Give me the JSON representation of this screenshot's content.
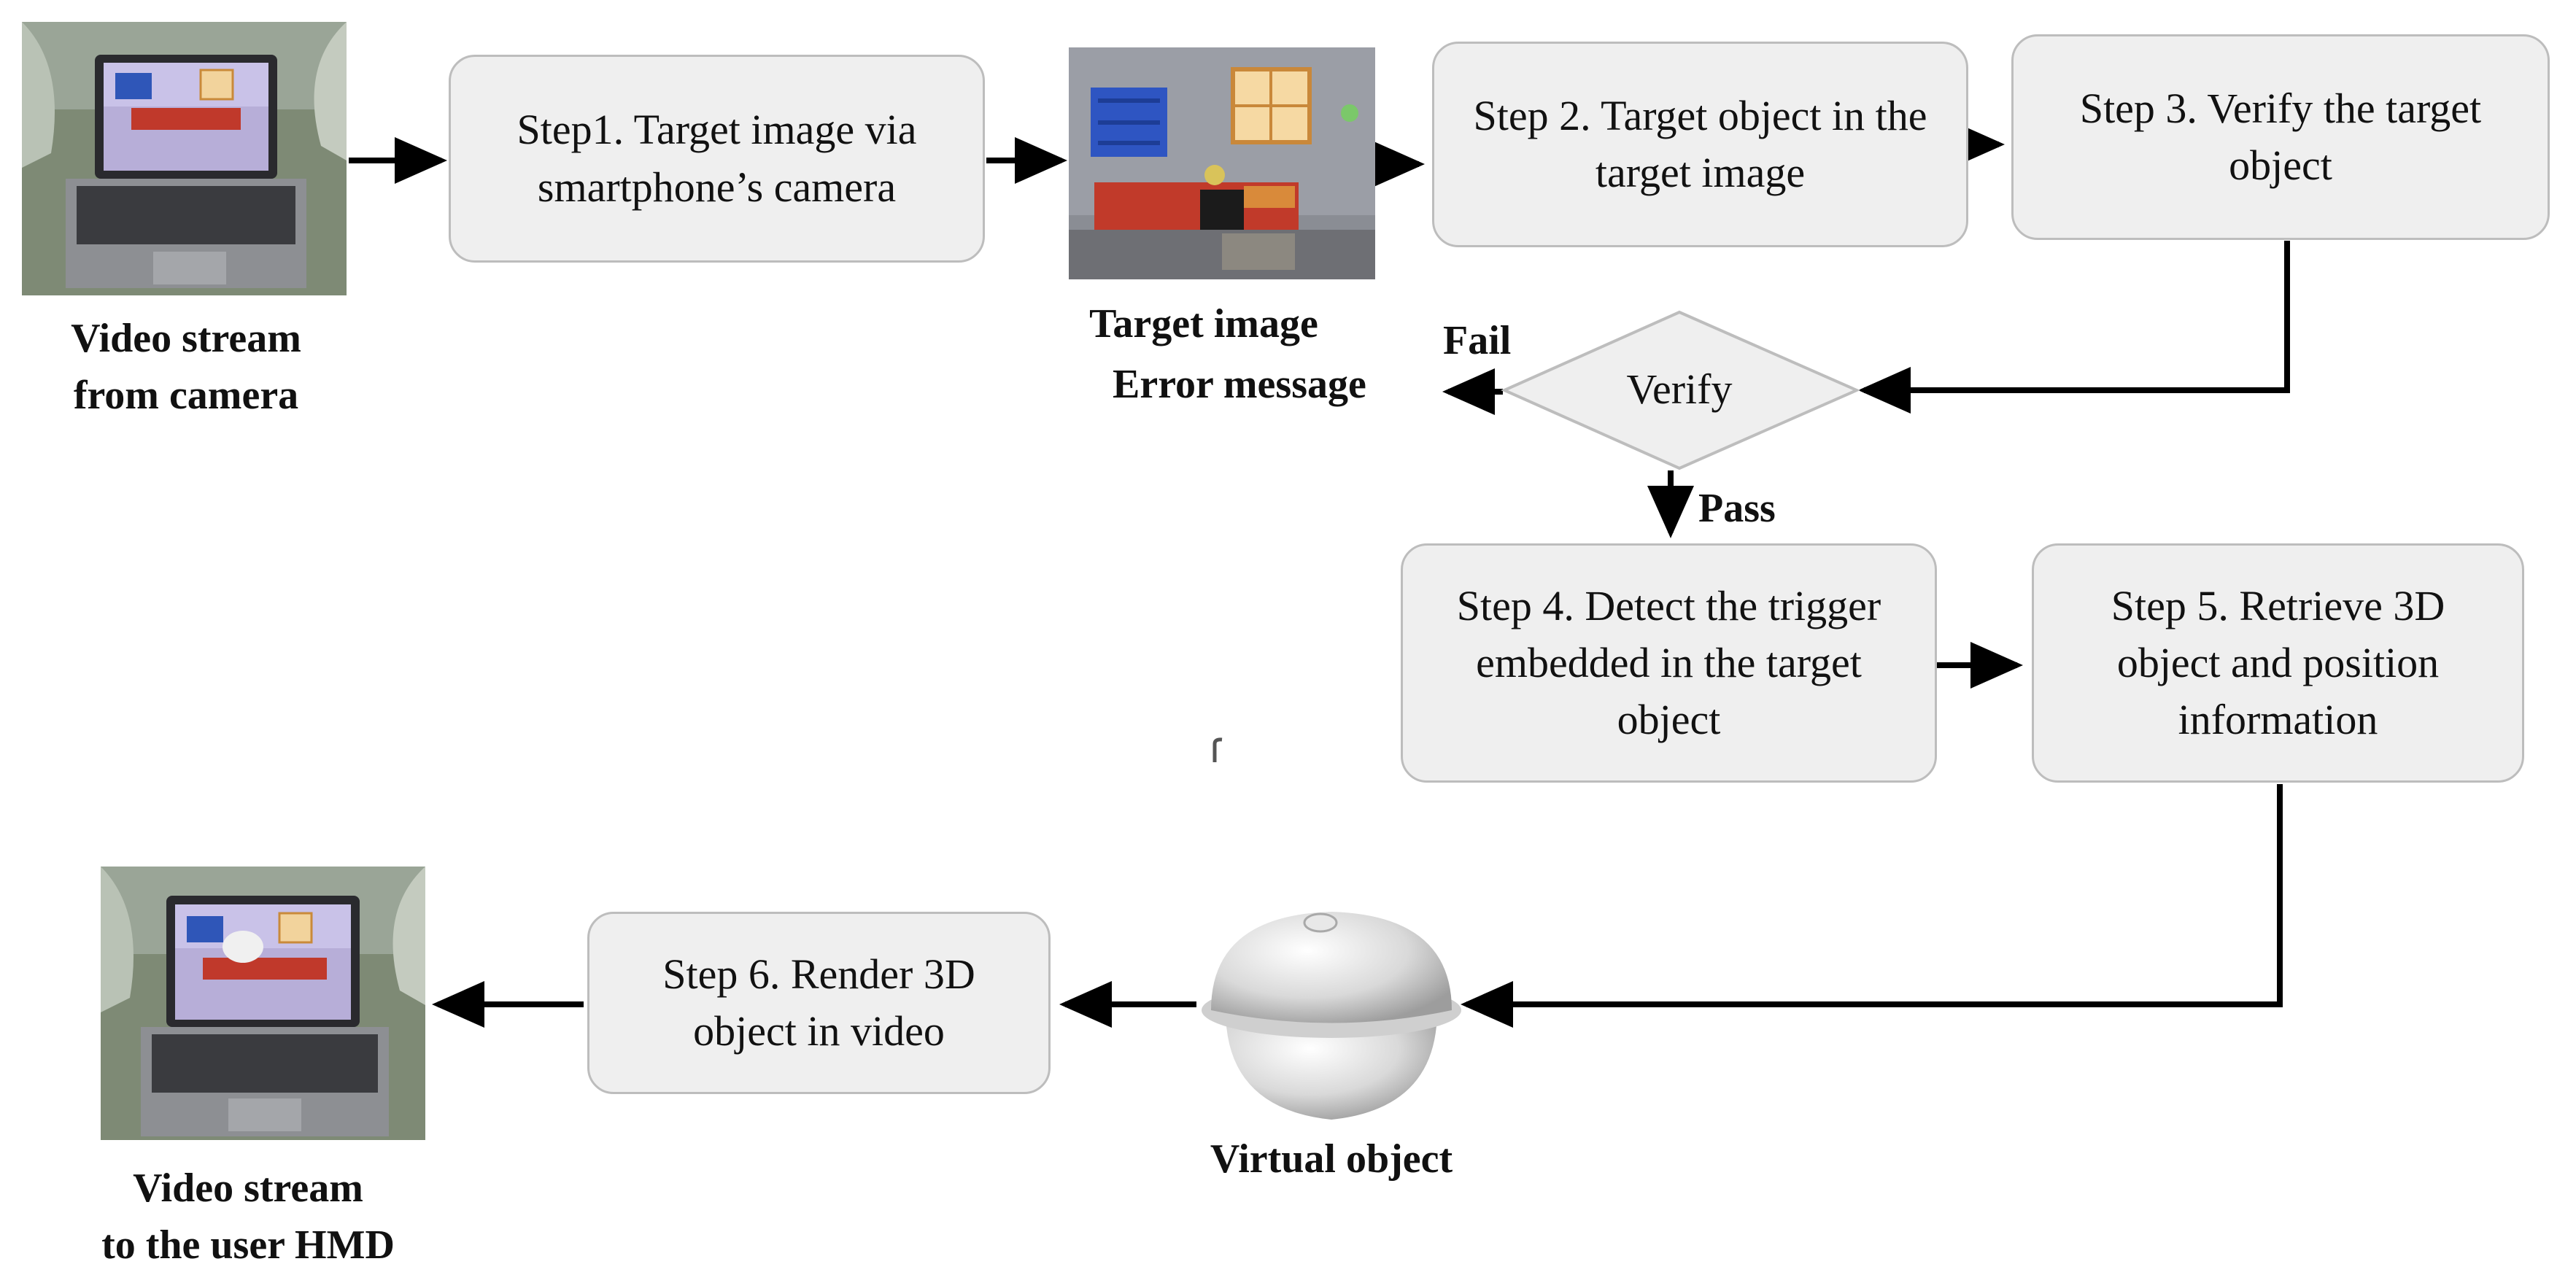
{
  "nodes": {
    "step1": "Step1. Target image via smartphone’s camera",
    "step2": "Step 2. Target object in the target image",
    "step3": "Step 3. Verify the target object",
    "step4": "Step 4. Detect the trigger embedded in the target object",
    "step5": "Step 5. Retrieve 3D object and position information",
    "step6": "Step 6. Render 3D object in video",
    "verify": "Verify"
  },
  "captions": {
    "video_in_line1": "Video stream",
    "video_in_line2": "from camera",
    "target_image": "Target image",
    "error_message": "Error message",
    "virtual_object": "Virtual object",
    "video_out_line1": "Video stream",
    "video_out_line2": "to the user HMD"
  },
  "edge_labels": {
    "fail": "Fail",
    "pass": "Pass"
  },
  "colors": {
    "box_fill": "#efefef",
    "box_border": "#bdbdbd",
    "arrow": "#000000"
  }
}
